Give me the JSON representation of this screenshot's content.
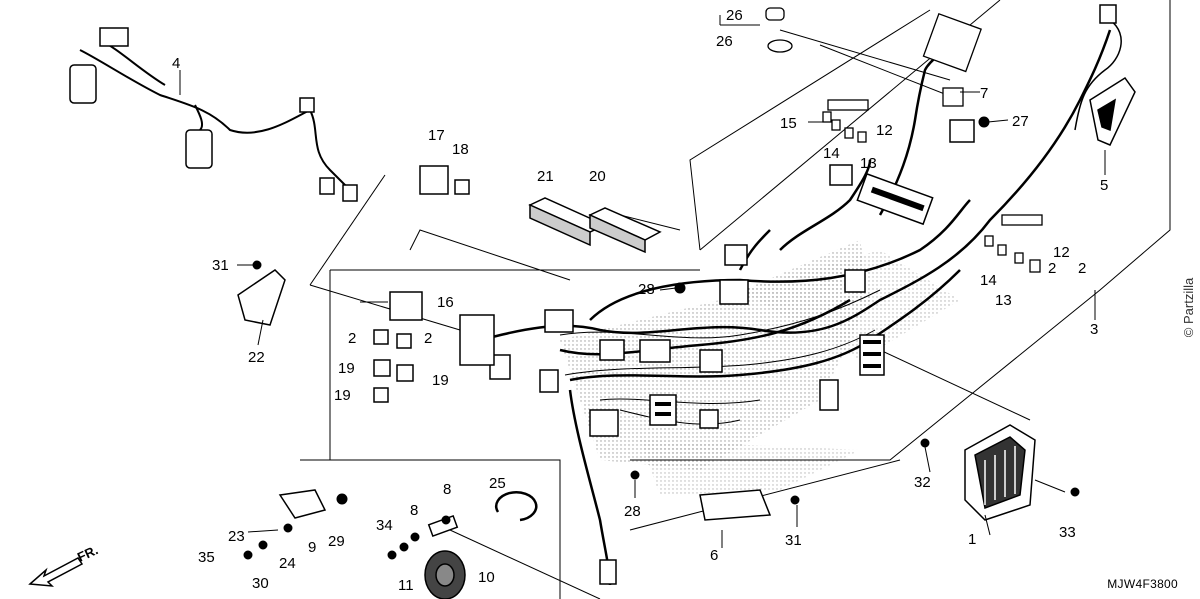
{
  "diagram": {
    "code": "MJW4F3800",
    "watermark": "© Partzilla",
    "direction": "FR.",
    "callouts": [
      "1",
      "2",
      "2",
      "2",
      "2",
      "3",
      "4",
      "5",
      "6",
      "7",
      "8",
      "8",
      "9",
      "10",
      "11",
      "12",
      "12",
      "13",
      "13",
      "14",
      "14",
      "15",
      "16",
      "17",
      "18",
      "19",
      "19",
      "19",
      "20",
      "21",
      "22",
      "23",
      "24",
      "25",
      "26",
      "26",
      "27",
      "28",
      "28",
      "29",
      "30",
      "31",
      "31",
      "32",
      "33",
      "34",
      "35"
    ]
  }
}
